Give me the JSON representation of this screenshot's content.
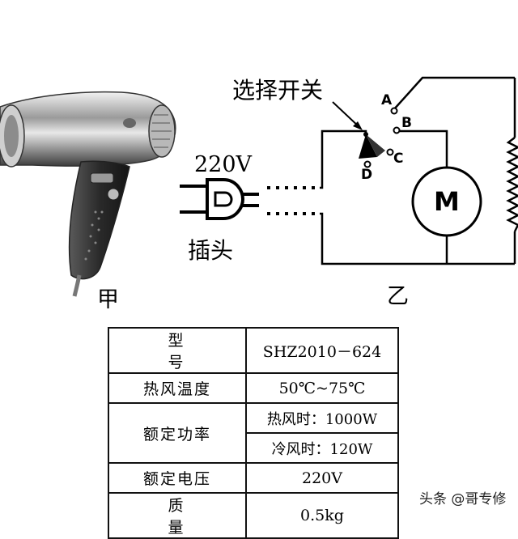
{
  "figure": {
    "switch_label": "选择开关",
    "voltage_label": "220V",
    "plug_label": "插头",
    "label_jia": "甲",
    "label_yi": "乙",
    "terminals": [
      "A",
      "B",
      "C",
      "D"
    ],
    "motor_symbol": "M"
  },
  "spec_table": {
    "rows": [
      {
        "key": "型　号",
        "value": "SHZ2010－624"
      },
      {
        "key": "热风温度",
        "value": "50℃~75℃"
      },
      {
        "key": "额定功率",
        "subrows": [
          {
            "value": "热风时：1000W"
          },
          {
            "value": "冷风时：120W"
          }
        ]
      },
      {
        "key": "额定电压",
        "value": "220V"
      },
      {
        "key": "质　量",
        "value": "0.5kg"
      }
    ]
  },
  "watermark": "头条 @哥专修"
}
